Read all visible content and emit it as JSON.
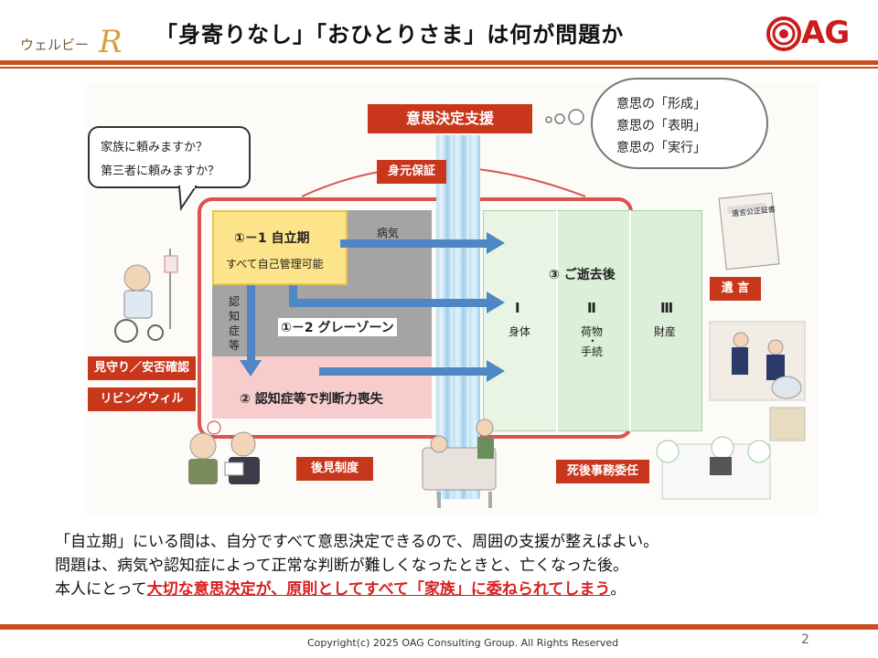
{
  "header": {
    "logo_left_kana": "ウェルビー",
    "logo_left_mark": "R",
    "title": "「身寄りなし」「おひとりさま」は何が問題か",
    "logo_right": "AG"
  },
  "diagram": {
    "decision_support": "意思決定支援",
    "identity_guarantee": "身元保証",
    "speech_bubble": [
      "家族に頼みますか？",
      "第三者に頼みますか？"
    ],
    "cloud_bubble": [
      "意思の「形成」",
      "意思の「表明」",
      "意思の「実行」"
    ],
    "stage_1_1_title": "①－1 自立期",
    "stage_1_1_sub": "すべて自己管理可能",
    "illness": "病気",
    "dementia_vertical": "認知症等",
    "stage_1_2": "①－2 グレーゾーン",
    "stage_2": "② 認知症等で判断力喪失",
    "stage_3": "③ ご逝去後",
    "col_1_numeral": "Ⅰ",
    "col_1_label": "身体",
    "col_2_numeral": "Ⅱ",
    "col_2_label_a": "荷物",
    "col_2_dot": "・",
    "col_2_label_b": "手続",
    "col_3_numeral": "Ⅲ",
    "col_3_label": "財産",
    "will": "遺 言",
    "will_book": "遺言公正証書",
    "watch": "見守り／安否確認",
    "living_will": "リビングウィル",
    "guardianship": "後見制度",
    "posthumous": "死後事務委任"
  },
  "body_text": {
    "line1": "「自立期」にいる間は、自分ですべて意思決定できるので、周囲の支援が整えばよい。",
    "line2": "問題は、病気や認知症によって正常な判断が難しくなったときと、亡くなった後。",
    "line3_prefix": "本人にとって",
    "line3_highlight": "大切な意思決定が、原則としてすべて「家族」に委ねられてしまう",
    "line3_suffix": "。"
  },
  "footer": {
    "copyright": "Copyright(c) 2025 OAG Consulting Group. All Rights Reserved",
    "page_number": "2"
  },
  "colors": {
    "accent": "#c8501e",
    "label_red": "#c8361c",
    "stage_yellow": "#fde48a",
    "stage_gray": "#a4a4a4",
    "stage_pink": "#f7cccc",
    "posthumous_green": "#dcefd8",
    "arrow_blue": "#4e86c6",
    "outline_red": "#d9534f",
    "highlight_red": "#d81f1f"
  }
}
